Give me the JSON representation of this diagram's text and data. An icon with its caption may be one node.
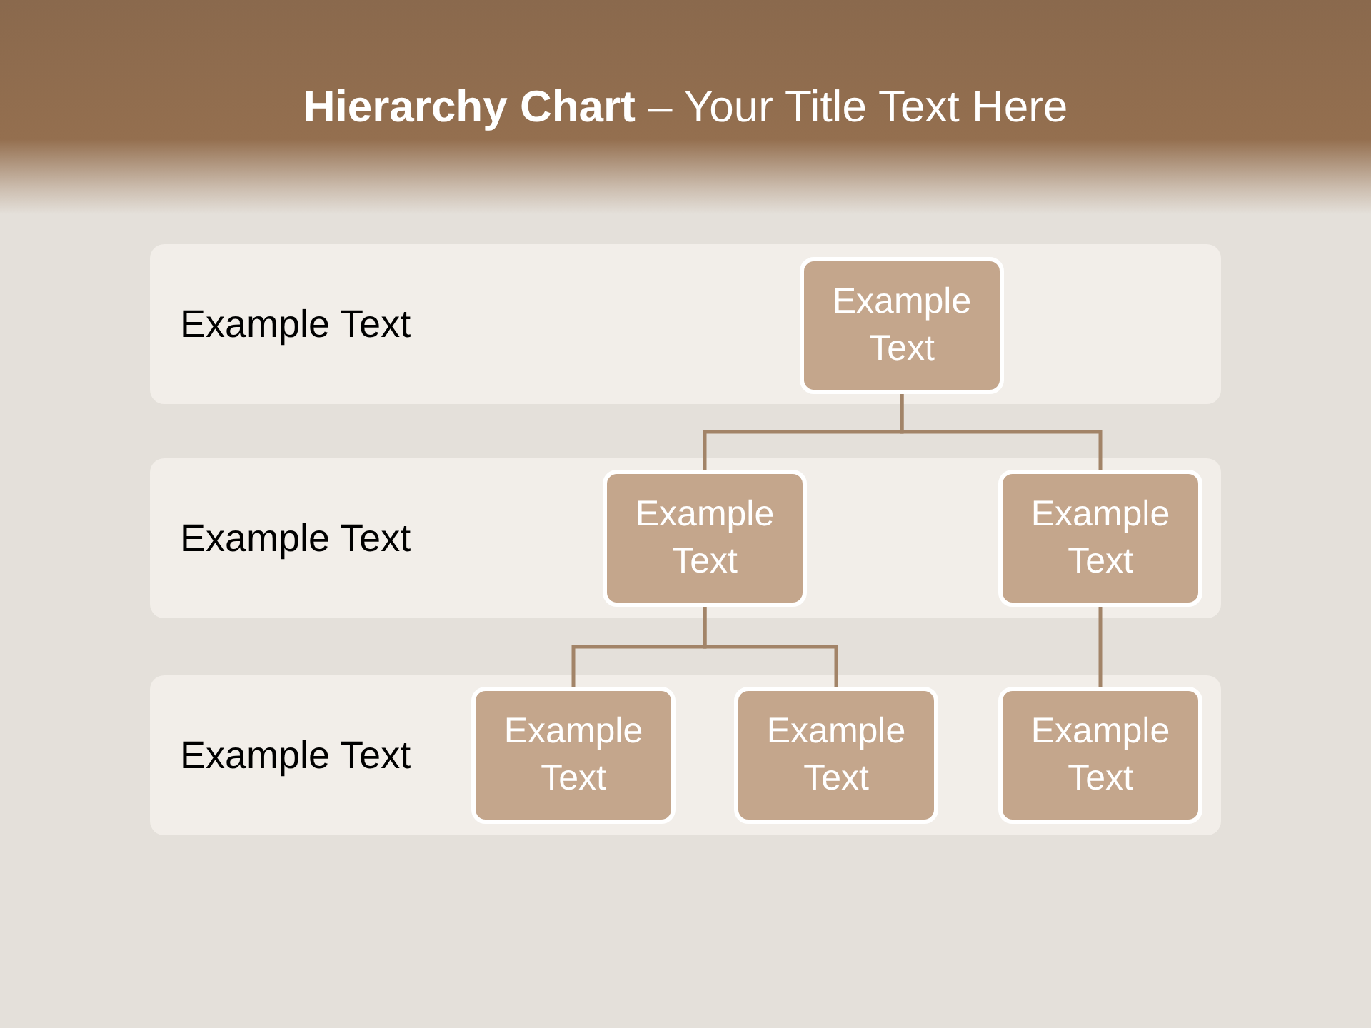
{
  "diagram": {
    "title": "**Hierarchy Chart** – Your Title Text Here",
    "nodes": [
      {
        "text": [
          "Example Text"
        ]
      },
      {
        "text": [
          "Example Text"
        ],
        "in": 0
      },
      {
        "text": [
          "Example Text"
        ]
      },
      {
        "text": [
          "Example Text"
        ],
        "in": 2
      },
      {
        "text": [
          "Example Text"
        ],
        "in": 2
      },
      {
        "text": [
          "Example Text"
        ]
      },
      {
        "text": [
          "Example Text"
        ],
        "in": 5
      },
      {
        "text": [
          "Example Text"
        ],
        "in": 5
      },
      {
        "text": [
          "Example Text"
        ],
        "in": 5
      }
    ],
    "edges": [
      {
        "from": 1,
        "to": 3,
        "arrow": "none"
      },
      {
        "from": 1,
        "to": 4,
        "arrow": "none"
      },
      {
        "from": 3,
        "to": 6,
        "arrow": "none"
      },
      {
        "from": 3,
        "to": 7,
        "arrow": "none"
      },
      {
        "from": 4,
        "to": 8,
        "arrow": "none"
      }
    ]
  }
}
